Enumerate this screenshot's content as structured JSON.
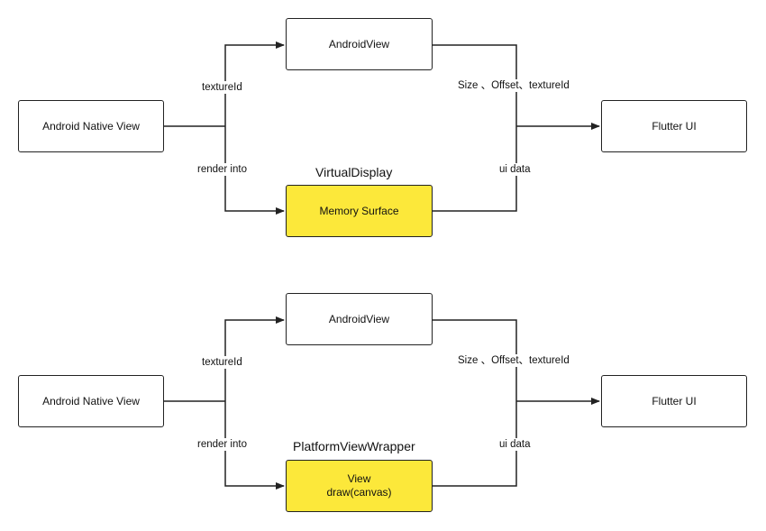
{
  "diagram_top": {
    "native_view": "Android Native View",
    "android_view": "AndroidView",
    "flutter_ui": "Flutter UI",
    "memory_surface": "Memory Surface",
    "container_title": "VirtualDisplay",
    "label_texture": "textureId",
    "label_render": "render into",
    "label_size": "Size 、Offset、textureId",
    "label_ui_data": "ui data"
  },
  "diagram_bottom": {
    "native_view": "Android Native View",
    "android_view": "AndroidView",
    "flutter_ui": "Flutter UI",
    "view_line1": "View",
    "view_line2": "draw(canvas)",
    "container_title": "PlatformViewWrapper",
    "label_texture": "textureId",
    "label_render": "render into",
    "label_size": "Size 、Offset、textureId",
    "label_ui_data": "ui data"
  },
  "colors": {
    "highlight": "#fce83a",
    "stroke": "#222222"
  }
}
